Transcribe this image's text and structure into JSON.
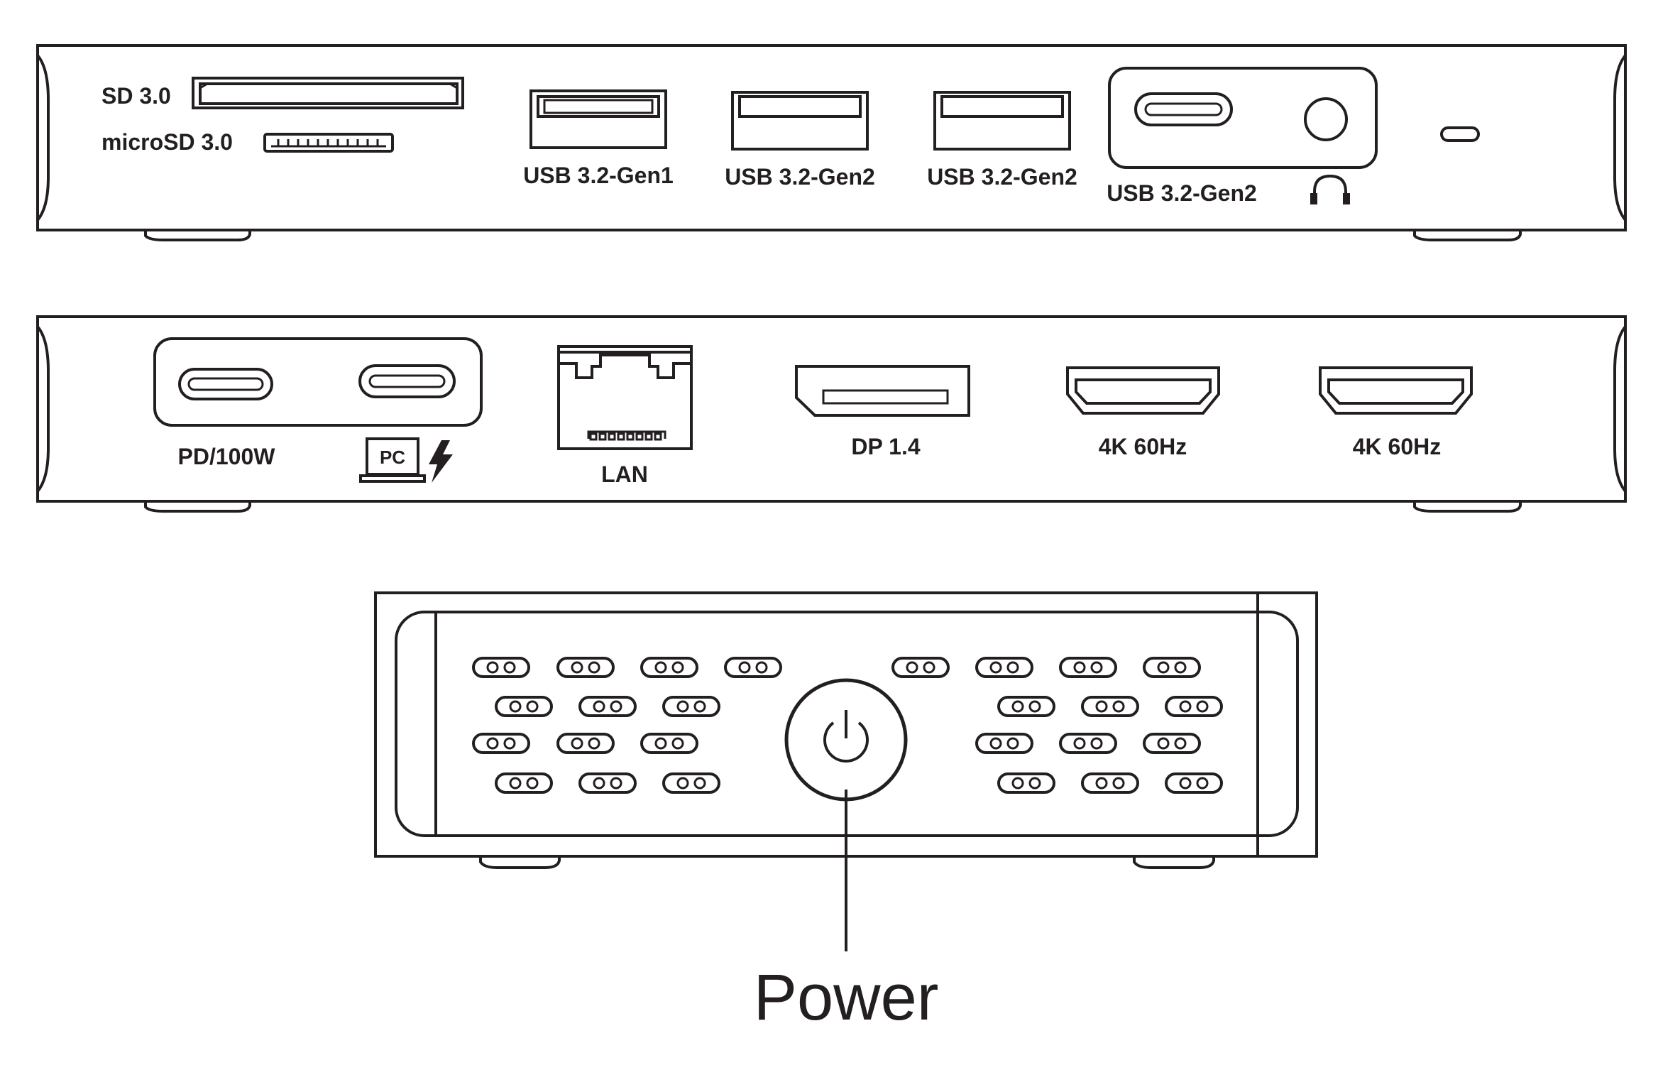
{
  "front_panel": {
    "sd_label": "SD 3.0",
    "microsd_label": "microSD 3.0",
    "usb_a1_label": "USB 3.2-Gen1",
    "usb_a2_label": "USB 3.2-Gen2",
    "usb_a3_label": "USB 3.2-Gen2",
    "usb_c_label": "USB 3.2-Gen2",
    "headphone_icon": "headphone-icon"
  },
  "rear_panel": {
    "pd_label": "PD/100W",
    "pc_badge": "PC",
    "upstream_icon": "laptop-charge-icon",
    "lan_label": "LAN",
    "dp_label": "DP 1.4",
    "hdmi1_label": "4K 60Hz",
    "hdmi2_label": "4K 60Hz"
  },
  "top_view": {
    "power_label": "Power",
    "power_icon": "power-icon"
  },
  "colors": {
    "line": "#231f20",
    "background": "#ffffff"
  }
}
